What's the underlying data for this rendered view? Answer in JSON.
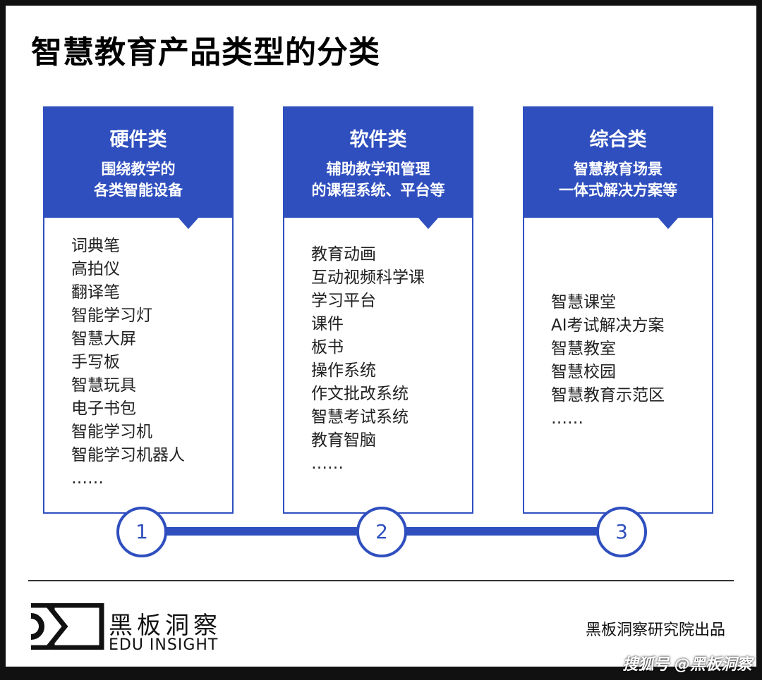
{
  "title": "智慧教育产品类型的分类",
  "accent": "#2f4fbf",
  "columns": [
    {
      "number": "1",
      "heading": "硬件类",
      "sub1": "围绕教学的",
      "sub2": "各类智能设备",
      "items": [
        "词典笔",
        "高拍仪",
        "翻译笔",
        "智能学习灯",
        "智慧大屏",
        "手写板",
        "智慧玩具",
        "电子书包",
        "智能学习机",
        "智能学习机器人",
        "……"
      ]
    },
    {
      "number": "2",
      "heading": "软件类",
      "sub1": "辅助教学和管理",
      "sub2": "的课程系统、平台等",
      "items": [
        "教育动画",
        "互动视频科学课",
        "学习平台",
        "课件",
        "板书",
        "操作系统",
        "作文批改系统",
        "智慧考试系统",
        "教育智脑",
        "……"
      ]
    },
    {
      "number": "3",
      "heading": "综合类",
      "sub1": "智慧教育场景",
      "sub2": "一体式解决方案等",
      "items": [
        "智慧课堂",
        "AI考试解决方案",
        "智慧教室",
        "智慧校园",
        "智慧教育示范区",
        "……"
      ]
    }
  ],
  "footer": {
    "brand_cn": "黑板洞察",
    "brand_en": "EDU INSIGHT",
    "credit": "黑板洞察研究院出品",
    "watermark": "搜狐号 @黑板洞察"
  }
}
